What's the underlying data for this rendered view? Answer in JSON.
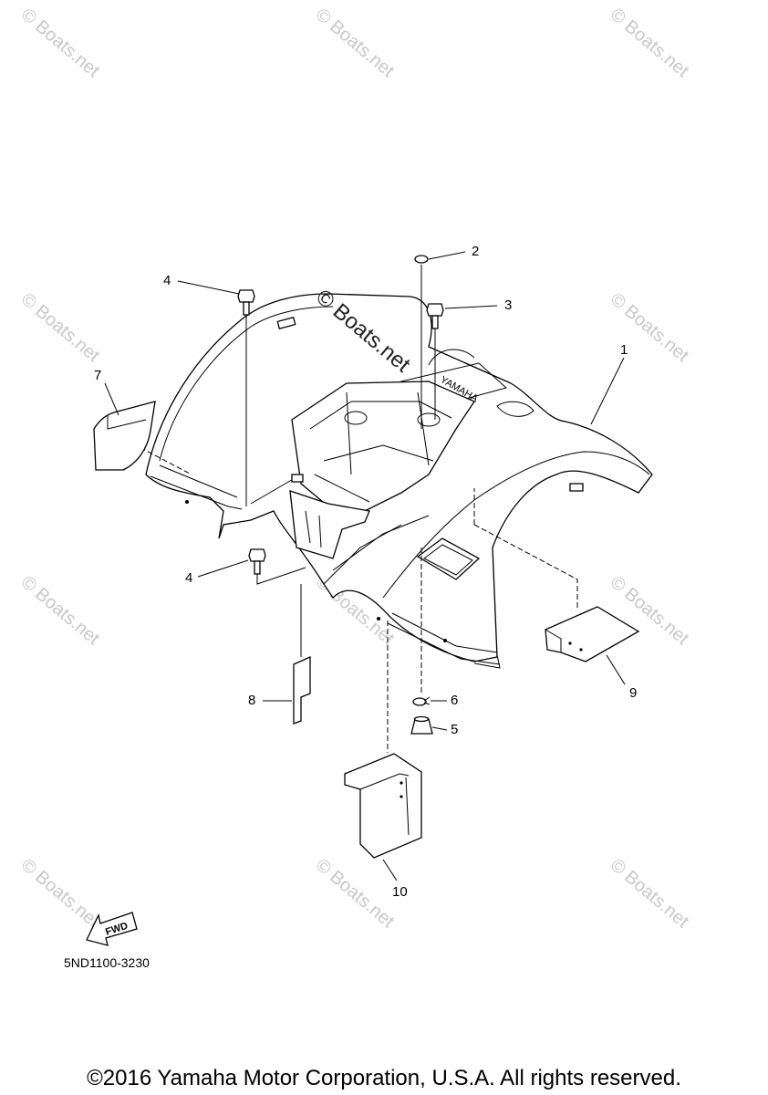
{
  "watermark": {
    "text": "© Boats.net",
    "color": "#c8c8c8"
  },
  "callouts": {
    "c1": "1",
    "c2": "2",
    "c3": "3",
    "c4a": "4",
    "c4b": "4",
    "c5": "5",
    "c6": "6",
    "c7": "7",
    "c8": "8",
    "c9": "9",
    "c10": "10"
  },
  "fender_logo": "YAMAHA",
  "fwd_label": "FWD",
  "part_code": "5ND1100-3230",
  "copyright": "©2016 Yamaha Motor Corporation, U.S.A. All rights reserved."
}
